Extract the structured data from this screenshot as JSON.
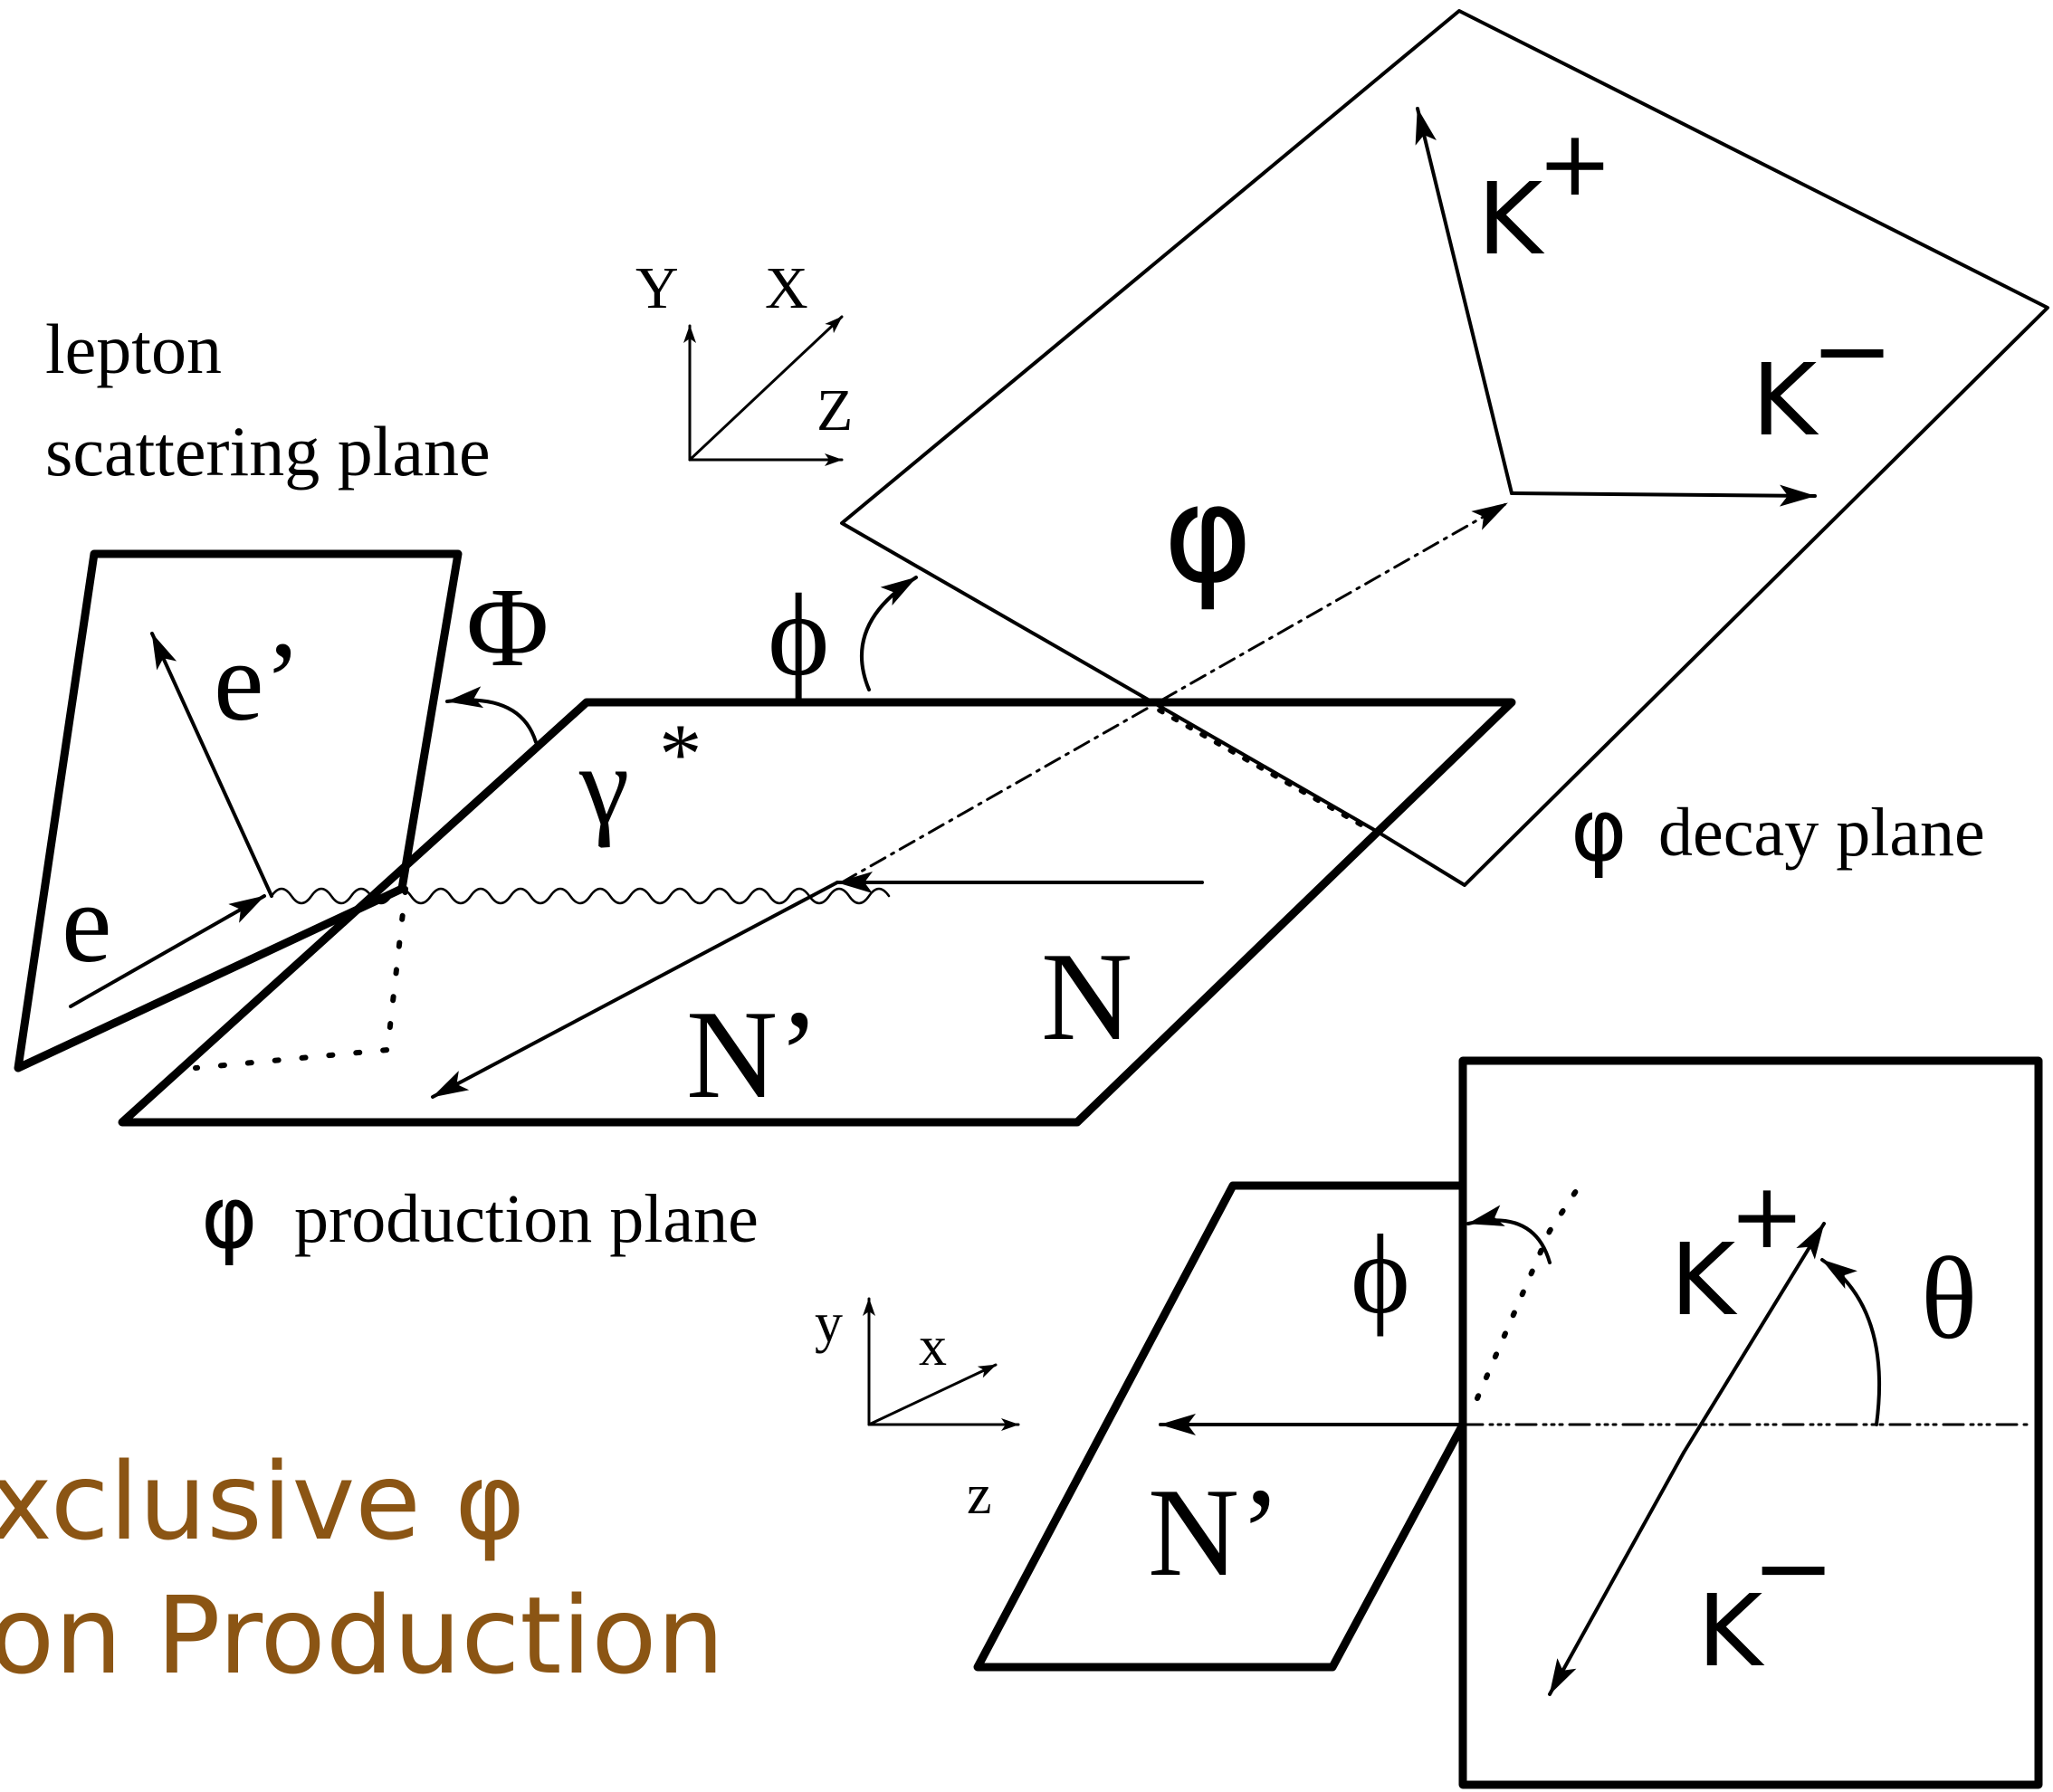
{
  "labels": {
    "lepton_plane_1": "lepton",
    "lepton_plane_2": "scattering plane",
    "axis_Y": "Y",
    "axis_X": "X",
    "axis_Z": "Z",
    "kaon_plus_top": "K",
    "kaon_minus_top": "K",
    "plus_sign": "+",
    "minus_sign": "−",
    "phi_meson": "φ",
    "Phi_angle": "Φ",
    "phi_angle": "ϕ",
    "e_prime": "e’",
    "gamma": "γ",
    "star": "*",
    "e": "e",
    "N": "N",
    "N_prime": "N’",
    "decay_plane_symbol": "φ",
    "decay_plane_text": "decay plane",
    "production_plane_symbol": "φ",
    "production_plane_text": "production plane",
    "axis_y": "y",
    "axis_x": "x",
    "axis_z": "z",
    "phi_angle_small": "ϕ",
    "kaon_plus_small": "K",
    "theta": "θ",
    "N_prime_small": "N’",
    "kaon_minus_small": "K"
  },
  "title": {
    "line1": "xclusive φ",
    "line2": "on Production"
  },
  "colors": {
    "title": "#8B5514",
    "stroke": "#000000"
  }
}
